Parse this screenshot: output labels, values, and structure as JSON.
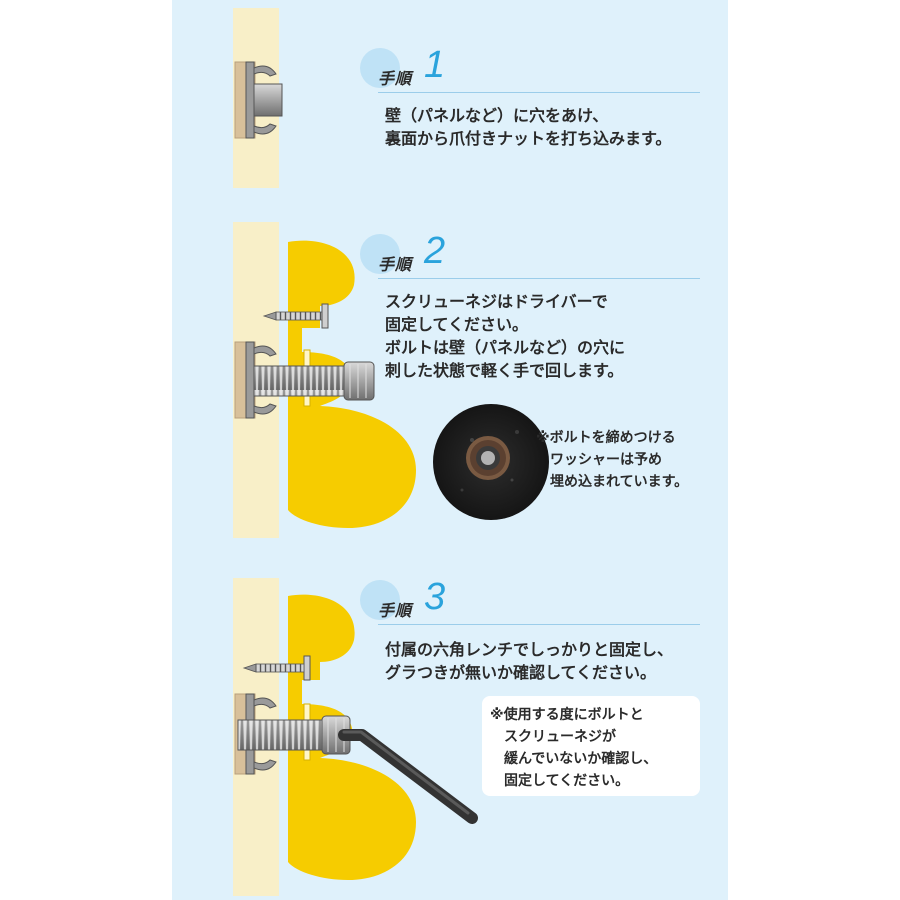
{
  "steps": [
    {
      "label": "手順",
      "number": "1",
      "lines": [
        "壁（パネルなど）に穴をあけ、",
        "裏面から爪付きナットを打ち込みます。"
      ]
    },
    {
      "label": "手順",
      "number": "2",
      "lines": [
        "スクリューネジはドライバーで",
        "固定してください。",
        "ボルトは壁（パネルなど）の穴に",
        "刺した状態で軽く手で回します。"
      ],
      "note": [
        "※ボルトを締めつける",
        "　ワッシャーは予め",
        "　埋め込まれています。"
      ]
    },
    {
      "label": "手順",
      "number": "3",
      "lines": [
        "付属の六角レンチでしっかりと固定し、",
        "グラつきが無いか確認してください。"
      ],
      "note": [
        "※使用する度にボルトと",
        "　スクリューネジが",
        "　緩んでいないか確認し、",
        "　固定してください。"
      ]
    }
  ],
  "colors": {
    "panel": "#dff1fb",
    "wall": "#f8efc8",
    "hook": "#f6cc00",
    "accent": "#2aa3dc",
    "circle": "#bfe2f6",
    "metal": "#a7a7a7"
  }
}
